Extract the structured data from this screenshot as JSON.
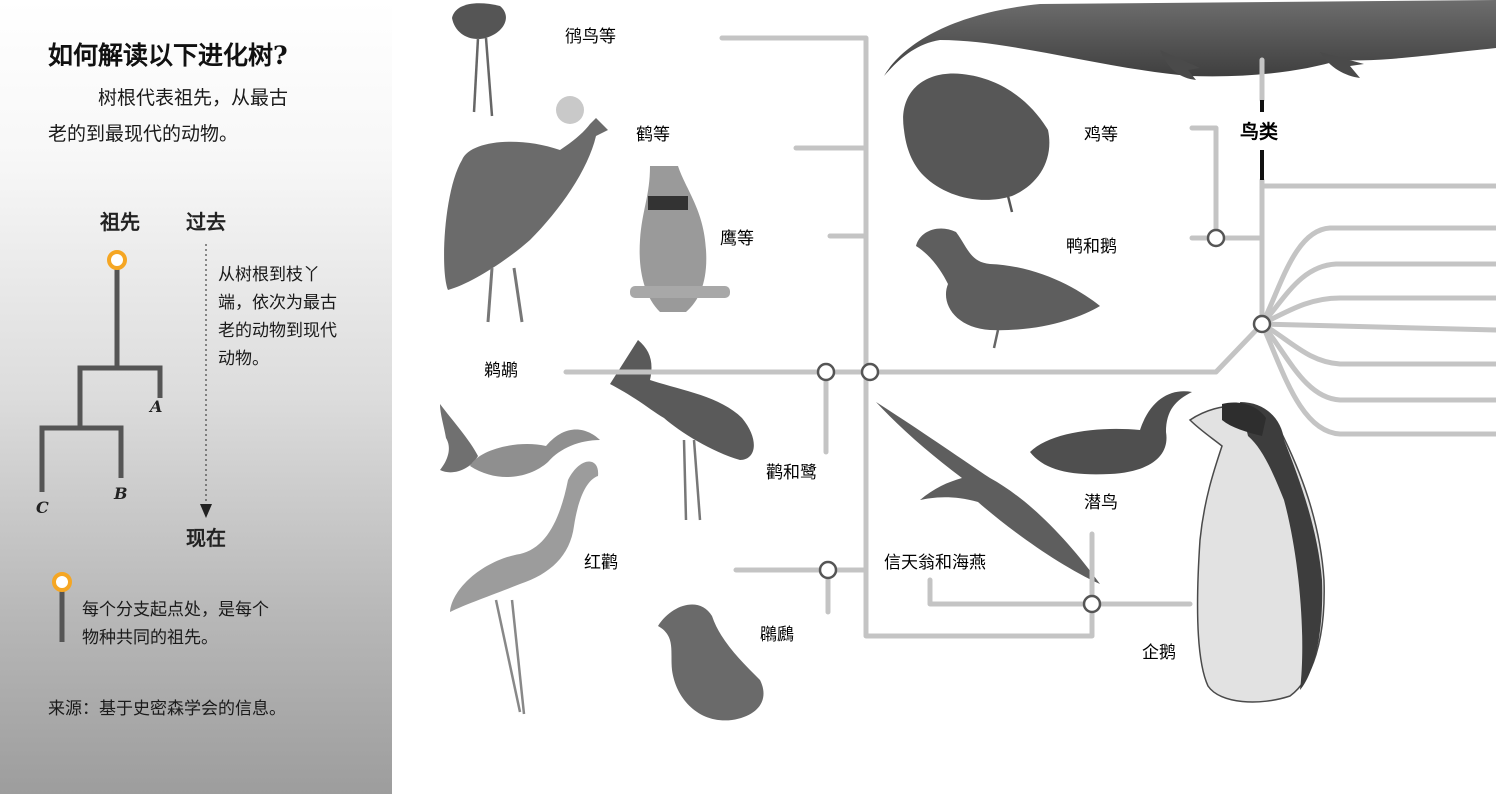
{
  "legend": {
    "title": "如何解读以下进化树?",
    "intro_line1": "树根代表祖先，从最古",
    "intro_line2": "老的到最现代的动物。",
    "ancestor_label": "祖先",
    "past_label": "过去",
    "present_label": "现在",
    "time_note": [
      "从树根到枝丫",
      "端，依次为最古",
      "老的动物到现代",
      "动物。"
    ],
    "node_note": [
      "每个分支起点处，是每个",
      "物种共同的祖先。"
    ],
    "leaf_labels": {
      "a": "A",
      "b": "B",
      "c": "C"
    },
    "source": "来源：基于史密森学会的信息。"
  },
  "tree": {
    "group_label": "鸟类",
    "taxa": {
      "plover": "鸻鸟等",
      "crane": "鹤等",
      "hawk": "鹰等",
      "pelican": "鹈鹕",
      "stork": "鹳和鹭",
      "flamingo": "红鹳",
      "grebe": "鸊鷉",
      "albatross": "信天翁和海燕",
      "loon": "潜鸟",
      "penguin": "企鹅",
      "fowl": "鸡等",
      "duck": "鸭和鹅"
    },
    "illustration_icons": [
      "crocodile-icon",
      "plover-icon",
      "crowned-crane-icon",
      "harpy-eagle-icon",
      "turkey-icon",
      "duck-icon",
      "pelican-icon",
      "stork-icon",
      "flamingo-icon",
      "grebe-icon",
      "albatross-icon",
      "loon-icon",
      "penguin-icon"
    ]
  },
  "colors": {
    "branch_gray": "#c4c4c4",
    "legend_branch": "#555555",
    "node_highlight": "#f5a623",
    "text": "#1a1a1a"
  }
}
